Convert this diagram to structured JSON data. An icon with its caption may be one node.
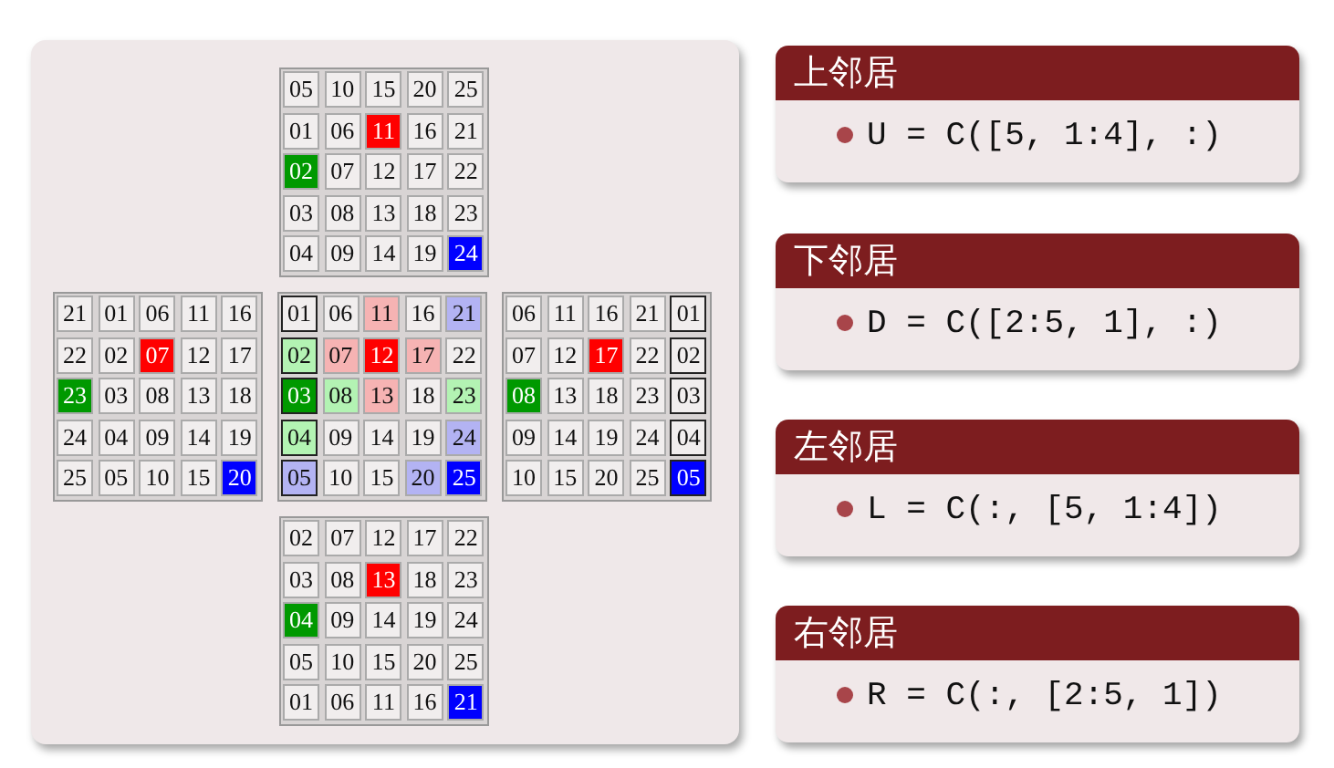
{
  "diagram": {
    "nodes": [
      {
        "text": [
          "上邻居",
          "U = C([5, 1:4], :)"
        ]
      },
      {
        "text": [
          "下邻居",
          "D = C([2:5, 1], :)"
        ]
      },
      {
        "text": [
          "左邻居",
          "L = C(:, [5, 1:4])"
        ]
      },
      {
        "text": [
          "右邻居",
          "R = C(:, [2:5, 1])"
        ]
      }
    ],
    "labels": [
      "05",
      "10",
      "15",
      "20",
      "25",
      "01",
      "06",
      "11",
      "16",
      "21",
      "02",
      "07",
      "12",
      "17",
      "22",
      "03",
      "08",
      "13",
      "18",
      "23",
      "04",
      "09",
      "14",
      "19",
      "24",
      "21",
      "01",
      "06",
      "11",
      "16",
      "22",
      "02",
      "07",
      "12",
      "17",
      "23",
      "03",
      "08",
      "13",
      "18",
      "24",
      "04",
      "09",
      "14",
      "19",
      "25",
      "05",
      "10",
      "15",
      "20",
      "01",
      "06",
      "11",
      "16",
      "21",
      "02",
      "07",
      "12",
      "17",
      "22",
      "03",
      "08",
      "13",
      "18",
      "23",
      "04",
      "09",
      "14",
      "19",
      "24",
      "05",
      "10",
      "15",
      "20",
      "25",
      "06",
      "11",
      "16",
      "21",
      "01",
      "07",
      "12",
      "17",
      "22",
      "02",
      "08",
      "13",
      "18",
      "23",
      "03",
      "09",
      "14",
      "19",
      "24",
      "04",
      "10",
      "15",
      "20",
      "25",
      "05",
      "02",
      "07",
      "12",
      "17",
      "22",
      "03",
      "08",
      "13",
      "18",
      "23",
      "04",
      "09",
      "14",
      "19",
      "24",
      "05",
      "10",
      "15",
      "20",
      "25",
      "01",
      "06",
      "11",
      "16",
      "21"
    ]
  }
}
